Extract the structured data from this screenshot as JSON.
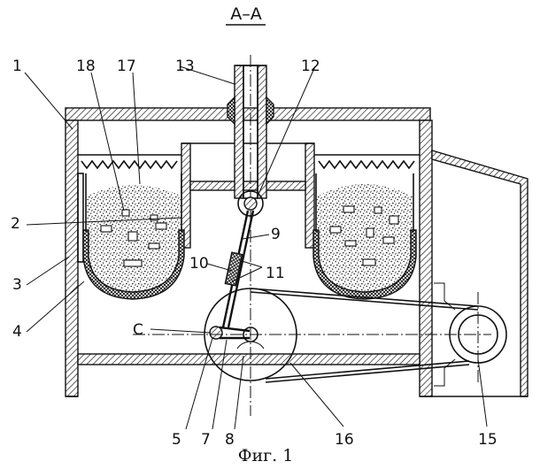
{
  "section_title": "А–А",
  "caption": "Фиг. 1",
  "labels": {
    "l1": "1",
    "l2": "2",
    "l3": "3",
    "l4": "4",
    "l5": "5",
    "l7": "7",
    "l8": "8",
    "l9": "9",
    "l10": "10",
    "l11": "11",
    "l12": "12",
    "l13": "13",
    "l15": "15",
    "l16": "16",
    "l17": "17",
    "l18": "18",
    "lC": "C"
  },
  "colors": {
    "ink": "#111111",
    "paper": "#ffffff"
  }
}
